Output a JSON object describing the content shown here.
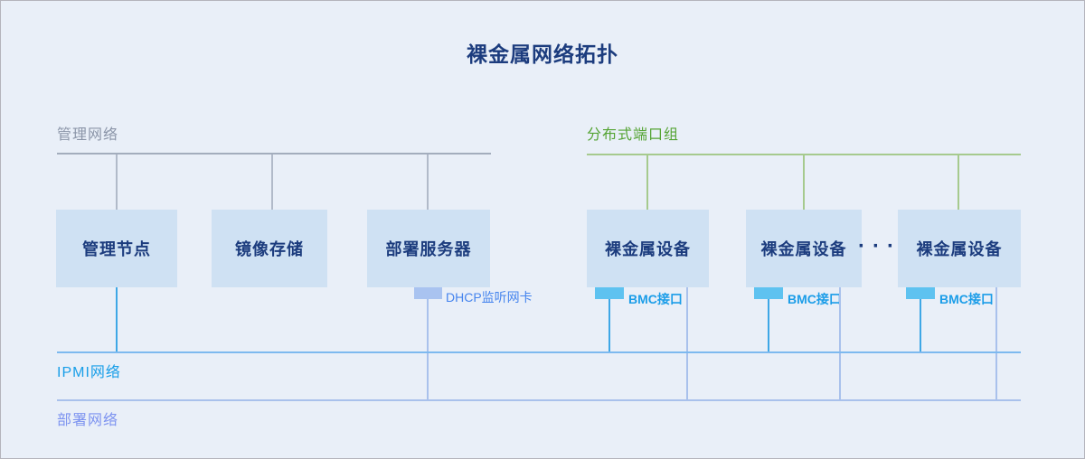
{
  "title": "裸金属网络拓扑",
  "buses": {
    "management": {
      "label": "管理网络"
    },
    "port_group": {
      "label": "分布式端口组"
    },
    "ipmi": {
      "label": "IPMI网络"
    },
    "deployment": {
      "label": "部署网络"
    }
  },
  "nodes": [
    {
      "label": "管理节点"
    },
    {
      "label": "镜像存储"
    },
    {
      "label": "部署服务器"
    },
    {
      "label": "裸金属设备"
    },
    {
      "label": "裸金属设备"
    },
    {
      "label": "裸金属设备"
    }
  ],
  "adapters": {
    "dhcp_label": "DHCP监听网卡",
    "bmc_label": "BMC接口"
  },
  "ellipsis": "···",
  "colors": {
    "canvas_bg": "#e9eff8",
    "canvas_border": "#b4b4bc",
    "node_fill": "#cfe1f3",
    "node_text": "#1c3c7e",
    "mgmt_label": "#8b95a8",
    "mgmt_line": "#a3adbd",
    "green_label": "#55a434",
    "green_line": "#a6ca8e",
    "ipmi_label": "#189ee8",
    "ipmi_line": "#7db9ef",
    "ipmi_link": "#3ea7e6",
    "dep_label": "#7d93f0",
    "dep_line": "#a9c1ec",
    "dhcp_fill": "#a9c3f0",
    "dhcp_text": "#4584ee",
    "bmc_fill": "#5ec2f0",
    "bmc_text": "#1b9de8"
  }
}
